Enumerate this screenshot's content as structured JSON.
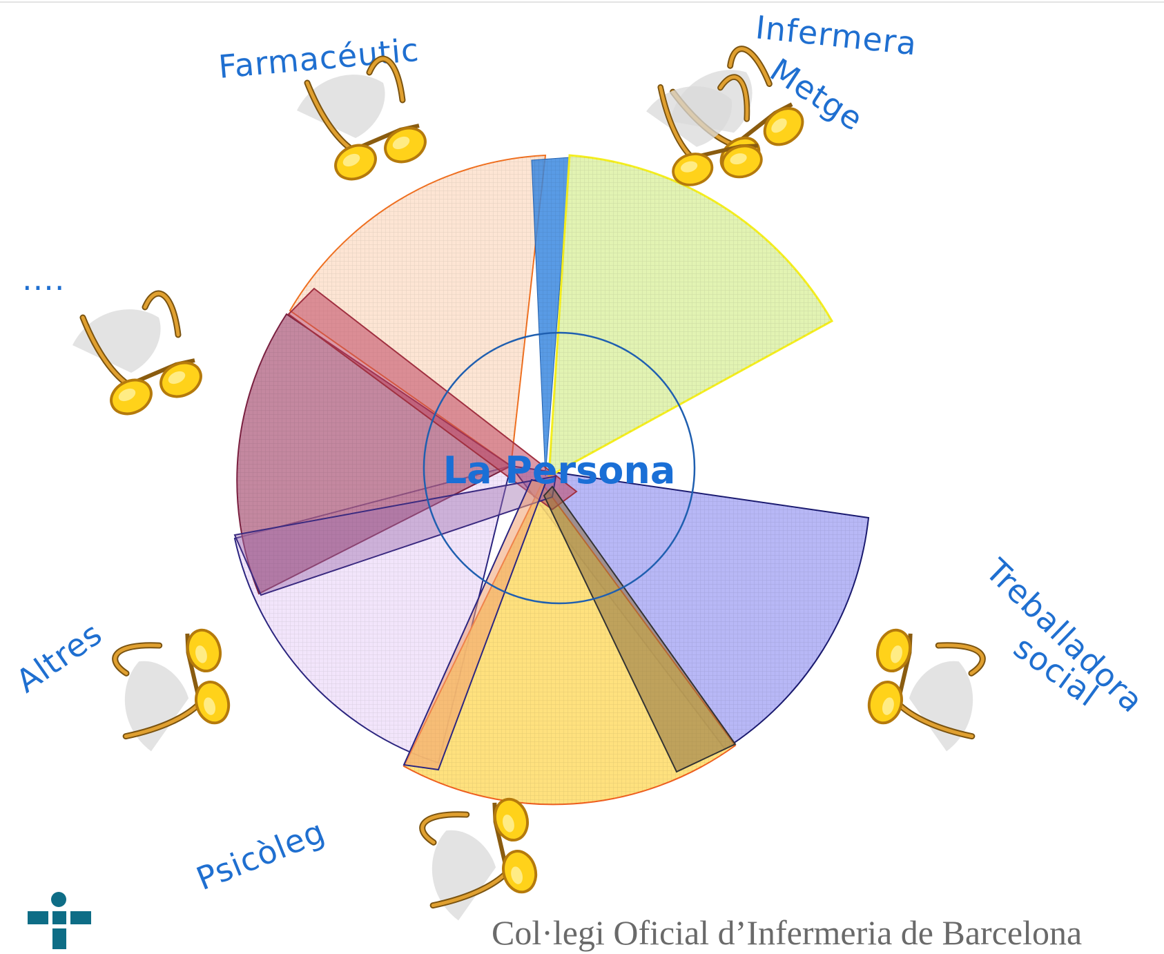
{
  "center": {
    "label": "La Persona"
  },
  "roles": {
    "farmaceutic": "Farmacéutic",
    "infermera": "Infermera",
    "metge": "Metge",
    "dots": "....",
    "altres": "Altres",
    "psicoleg": "Psicòleg",
    "treballadora": "Treballadora",
    "social": "social"
  },
  "footer": {
    "organization": "Col·legi Oficial d’Infermeria de Barcelona"
  },
  "colors": {
    "label_text": "#1f6fd0",
    "glasses_lens": "#ffd21a",
    "glasses_frame": "#c8860a",
    "logo": "#0e6d86"
  },
  "icons": [
    "glasses-icon",
    "college-logo-icon"
  ]
}
